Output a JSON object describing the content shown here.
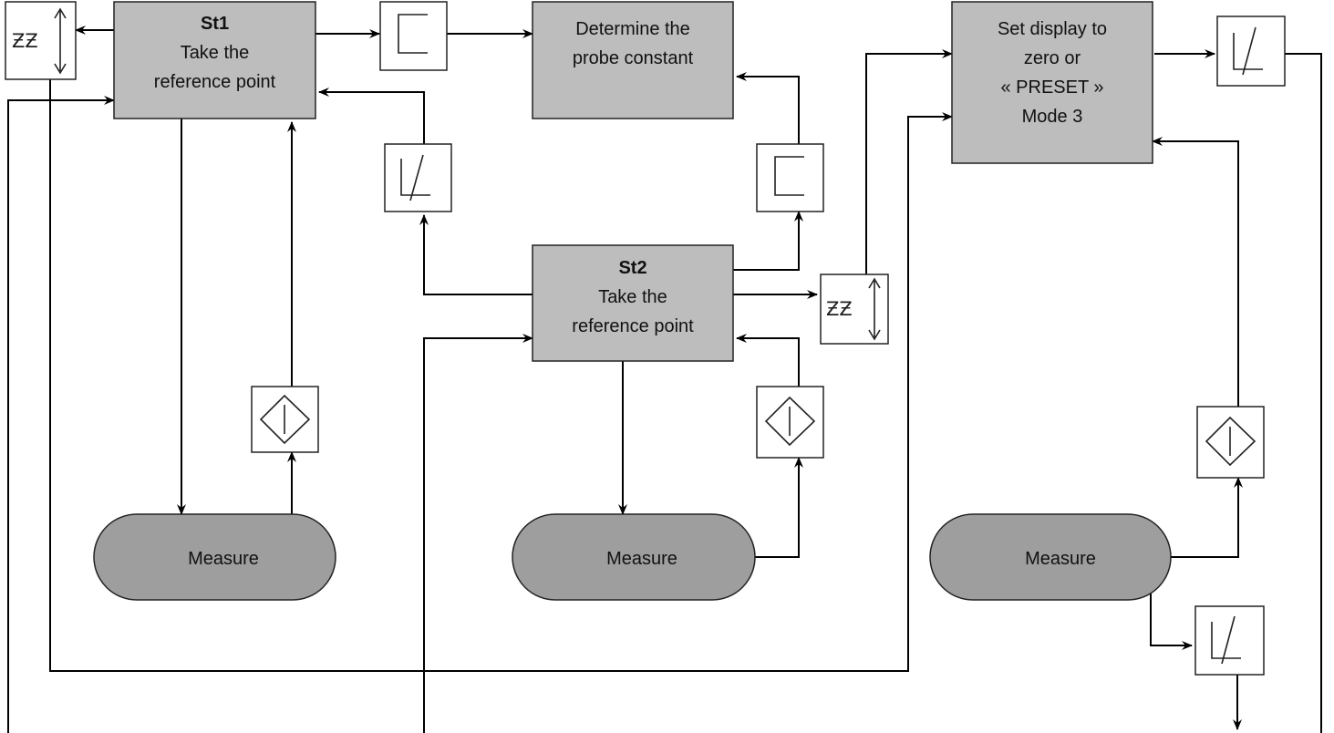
{
  "step_st1": {
    "title": "St1",
    "line1": "Take the",
    "line2": "reference point"
  },
  "step_st2": {
    "title": "St2",
    "line1": "Take the",
    "line2": "reference point"
  },
  "probe_constant": {
    "line1": "Determine the",
    "line2": "probe constant"
  },
  "set_display": {
    "line1": "Set display to",
    "line2": "zero or",
    "line3": "« PRESET »",
    "line4": "Mode 3"
  },
  "measure_labels": {
    "m1": "Measure",
    "m2": "Measure",
    "m3": "Measure"
  },
  "icon_glyphs": {
    "zz": "ƵƵ"
  }
}
